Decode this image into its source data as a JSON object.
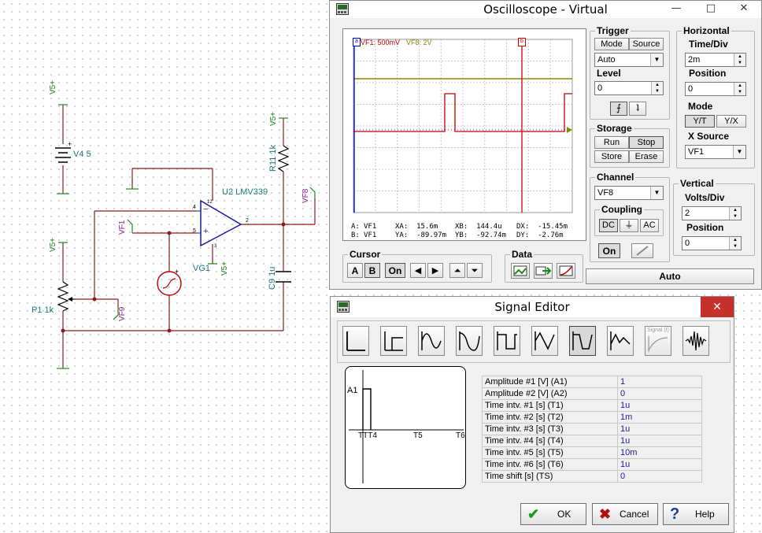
{
  "schematic": {
    "labels": {
      "v4_supply": "V5+",
      "v4_name": "V4 5",
      "v4_plus": "+",
      "p1_supply": "V5+",
      "p1_name": "P1 1k",
      "r11_supply": "V5+",
      "r11_name": "R11 1k",
      "u2_name": "U2 LMV339",
      "u2_pin4": "4",
      "u2_pin5": "5",
      "u2_pin2": "2",
      "u2_pin12": "12",
      "u2_pin3": "3",
      "u2_minus": "−",
      "u2_plus": "+",
      "vg1_name": "VG1",
      "vg1_supply": "V5+",
      "vg1_plus": "+",
      "vf1": "VF1",
      "vf8": "VF8",
      "vf9": "VF9",
      "c9_name": "C9 1u"
    }
  },
  "oscilloscope": {
    "title": "Oscilloscope - Virtual",
    "window_controls": {
      "minimize": "—",
      "maximize": "□",
      "close": "✕"
    },
    "screen": {
      "legend_vf1": "VF1: 500mV",
      "legend_vf8": "VF8: 2V",
      "cursor_a_marker": "a",
      "cursor_b_marker": "b",
      "readout": {
        "a_label": "A:",
        "a_ch": "VF1",
        "xa": "XA:  15.6m",
        "ya": "YA:  -89.97m",
        "b_label": "B:",
        "b_ch": "VF1",
        "xb": "XB:  144.4u",
        "yb": "YB:  -92.74m",
        "dx": "DX:  -15.45m",
        "dy": "DY:  -2.76m"
      }
    },
    "trigger": {
      "title": "Trigger",
      "mode_button": "Mode",
      "source_button": "Source",
      "mode_value": "Auto",
      "level_label": "Level",
      "level_value": "0",
      "rising_edge": "⨍",
      "falling_edge": "ʇ"
    },
    "storage": {
      "title": "Storage",
      "run": "Run",
      "stop": "Stop",
      "store": "Store",
      "erase": "Erase"
    },
    "horizontal": {
      "title": "Horizontal",
      "timediv_label": "Time/Div",
      "timediv_value": "2m",
      "position_label": "Position",
      "position_value": "0",
      "mode_label": "Mode",
      "yt": "Y/T",
      "yx": "Y/X",
      "xsource_label": "X Source",
      "xsource_value": "VF1"
    },
    "channel": {
      "title": "Channel",
      "value": "VF8",
      "coupling_label": "Coupling",
      "dc": "DC",
      "ground": "⏚",
      "ac": "AC",
      "on": "On"
    },
    "vertical": {
      "title": "Vertical",
      "voltsdiv_label": "Volts/Div",
      "voltsdiv_value": "2",
      "position_label": "Position",
      "position_value": "0"
    },
    "cursor": {
      "title": "Cursor",
      "a": "A",
      "b": "B",
      "on": "On",
      "left": "◀",
      "right": "▶",
      "up": "⏶",
      "down": "⏷"
    },
    "data": {
      "title": "Data"
    },
    "auto_button": "Auto"
  },
  "signal_editor": {
    "title": "Signal Editor",
    "close": "✕",
    "tools": [
      "unit-step",
      "step",
      "sine",
      "cosine",
      "square",
      "triangle",
      "trapezoid",
      "piecewise-linear",
      "general",
      "damped-sine"
    ],
    "selected_tool": "trapezoid",
    "general_tool_label": "Signal (t)",
    "preview": {
      "a1": "A1",
      "t_labels": "TTT4",
      "t5": "T5",
      "t6": "T6"
    },
    "params": [
      {
        "name": "Amplitude #1 [V] (A1)",
        "value": "1"
      },
      {
        "name": "Amplitude #2 [V] (A2)",
        "value": "0"
      },
      {
        "name": "Time intv. #1 [s] (T1)",
        "value": "1u"
      },
      {
        "name": "Time intv. #2 [s] (T2)",
        "value": "1m"
      },
      {
        "name": "Time intv. #3 [s] (T3)",
        "value": "1u"
      },
      {
        "name": "Time intv. #4 [s] (T4)",
        "value": "1u"
      },
      {
        "name": "Time intv. #5 [s] (T5)",
        "value": "10m"
      },
      {
        "name": "Time intv. #6 [s] (T6)",
        "value": "1u"
      },
      {
        "name": "Time shift [s] (TS)",
        "value": "0"
      }
    ],
    "ok": "OK",
    "cancel": "Cancel",
    "help": "Help",
    "ok_icon": "✔",
    "cancel_icon": "✖",
    "help_icon": "?"
  }
}
